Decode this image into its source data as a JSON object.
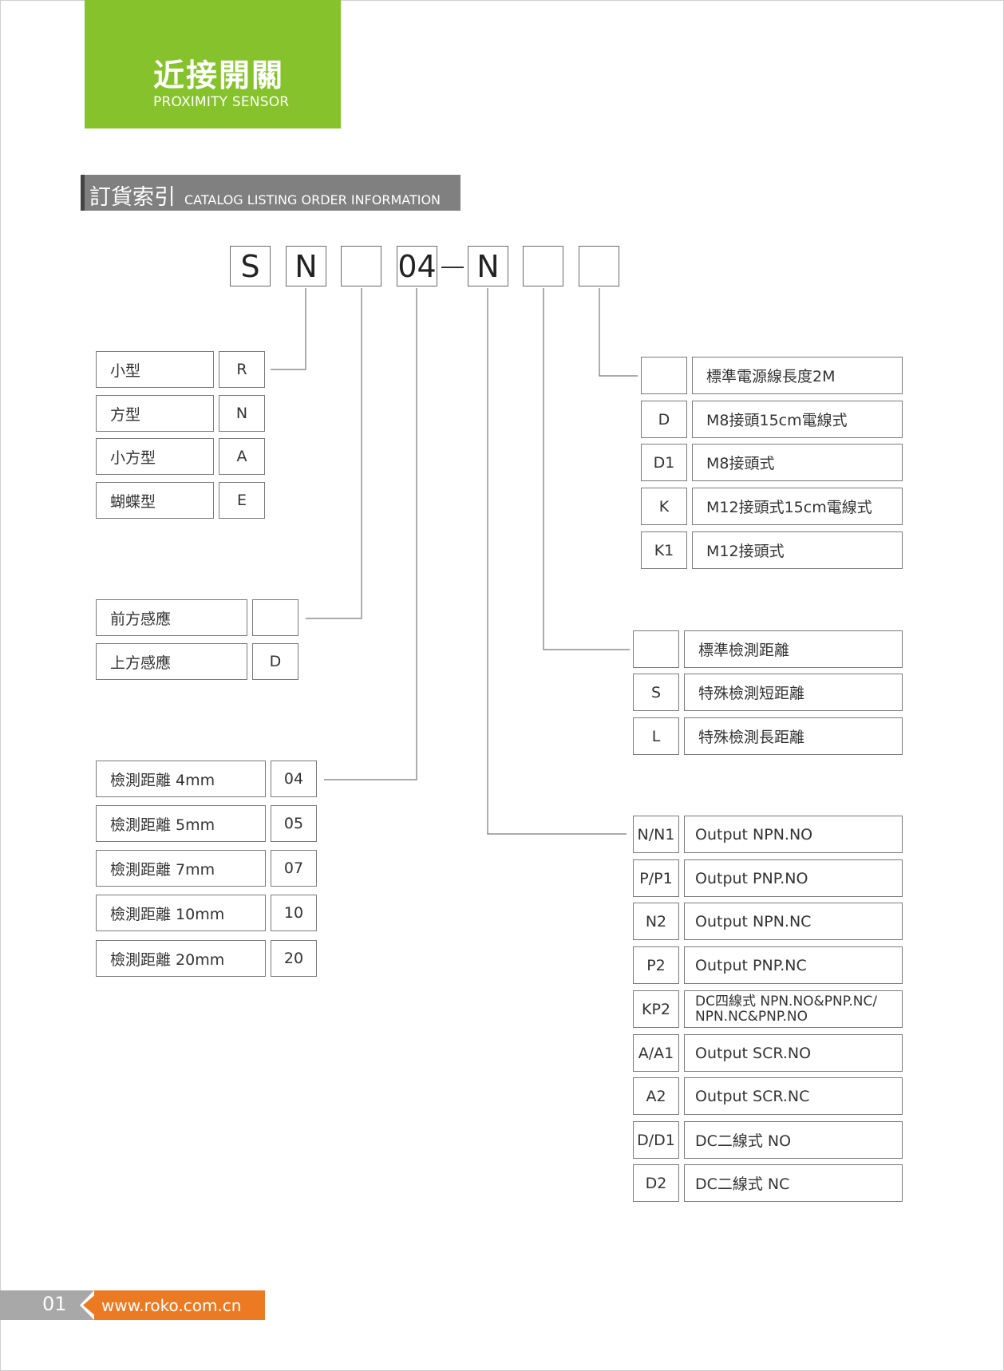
{
  "header": {
    "title_zh": "近接開關",
    "title_en": "PROXIMITY SENSOR"
  },
  "section": {
    "title_zh": "訂貨索引",
    "title_en": "CATALOG LISTING ORDER INFORMATION"
  },
  "model_code": {
    "s": "S",
    "n": "N",
    "blank1": "",
    "dist": "04",
    "output": "N",
    "blank2": "",
    "blank3": ""
  },
  "shape": [
    {
      "label": "小型",
      "code": "R"
    },
    {
      "label": "方型",
      "code": "N"
    },
    {
      "label": "小方型",
      "code": "A"
    },
    {
      "label": "蝴蝶型",
      "code": "E"
    }
  ],
  "sensing_face": [
    {
      "label": "前方感應",
      "code": ""
    },
    {
      "label": "上方感應",
      "code": "D"
    }
  ],
  "distance": [
    {
      "label": "檢測距離  4mm",
      "code": "04"
    },
    {
      "label": "檢測距離  5mm",
      "code": "05"
    },
    {
      "label": "檢測距離  7mm",
      "code": "07"
    },
    {
      "label": "檢測距離  10mm",
      "code": "10"
    },
    {
      "label": "檢測距離  20mm",
      "code": "20"
    }
  ],
  "connection": [
    {
      "code": "",
      "label": "標準電源線長度2M"
    },
    {
      "code": "D",
      "label": "M8接頭15cm電線式"
    },
    {
      "code": "D1",
      "label": "M8接頭式"
    },
    {
      "code": "K",
      "label": "M12接頭式15cm電線式"
    },
    {
      "code": "K1",
      "label": "M12接頭式"
    }
  ],
  "detect_range": [
    {
      "code": "",
      "label": "標準檢測距離"
    },
    {
      "code": "S",
      "label": "特殊檢測短距離"
    },
    {
      "code": "L",
      "label": "特殊檢測長距離"
    }
  ],
  "output": [
    {
      "code": "N/N1",
      "label": "Output NPN.NO"
    },
    {
      "code": "P/P1",
      "label": "Output PNP.NO"
    },
    {
      "code": "N2",
      "label": "Output NPN.NC"
    },
    {
      "code": "P2",
      "label": "Output PNP.NC"
    },
    {
      "code": "KP2",
      "label": "DC四線式  NPN.NO&PNP.NC/",
      "label2": "NPN.NC&PNP.NO"
    },
    {
      "code": "A/A1",
      "label": "Output SCR.NO"
    },
    {
      "code": "A2",
      "label": "Output SCR.NC"
    },
    {
      "code": "D/D1",
      "label": "DC二線式 NO"
    },
    {
      "code": "D2",
      "label": "DC二線式 NC"
    }
  ],
  "footer": {
    "page_number": "01",
    "website": "www.roko.com.cn"
  },
  "colors": {
    "brand_green": "#86c22c",
    "footer_orange": "#ec7a22",
    "section_gray": "#808080"
  }
}
